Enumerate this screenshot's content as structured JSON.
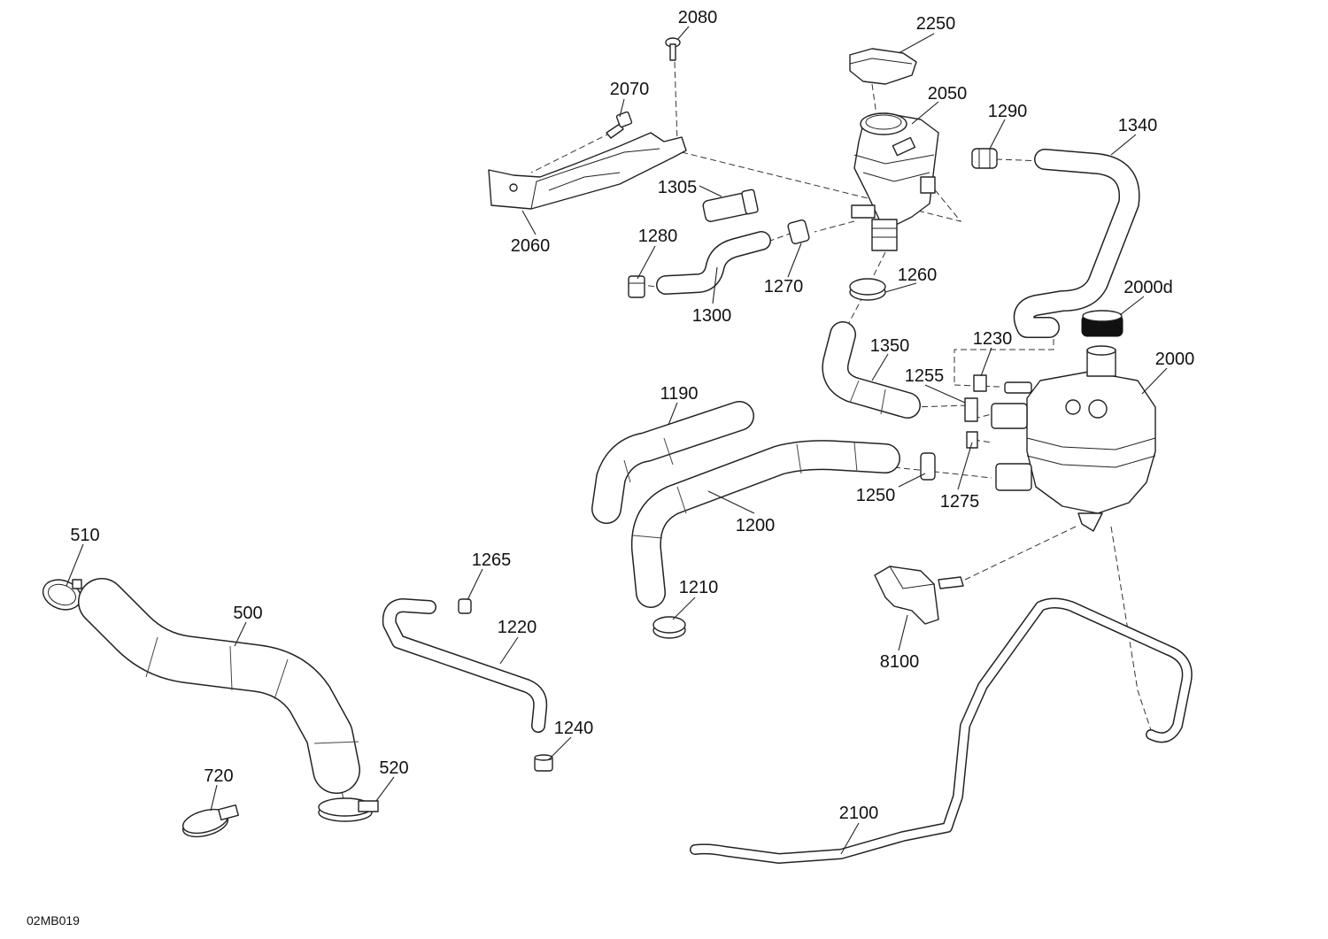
{
  "diagram": {
    "drawing_code": "02MB019",
    "parts": [
      {
        "id": "p2080",
        "label": "2080"
      },
      {
        "id": "p2250",
        "label": "2250"
      },
      {
        "id": "p2070",
        "label": "2070"
      },
      {
        "id": "p2050",
        "label": "2050"
      },
      {
        "id": "p1290",
        "label": "1290"
      },
      {
        "id": "p1340",
        "label": "1340"
      },
      {
        "id": "p1305",
        "label": "1305"
      },
      {
        "id": "p2060",
        "label": "2060"
      },
      {
        "id": "p1280",
        "label": "1280"
      },
      {
        "id": "p1270",
        "label": "1270"
      },
      {
        "id": "p1260",
        "label": "1260"
      },
      {
        "id": "p2000d",
        "label": "2000d"
      },
      {
        "id": "p1300",
        "label": "1300"
      },
      {
        "id": "p1350",
        "label": "1350"
      },
      {
        "id": "p1230",
        "label": "1230"
      },
      {
        "id": "p2000",
        "label": "2000"
      },
      {
        "id": "p1255",
        "label": "1255"
      },
      {
        "id": "p1190",
        "label": "1190"
      },
      {
        "id": "p1250",
        "label": "1250"
      },
      {
        "id": "p1275",
        "label": "1275"
      },
      {
        "id": "p1200",
        "label": "1200"
      },
      {
        "id": "p510",
        "label": "510"
      },
      {
        "id": "p1265",
        "label": "1265"
      },
      {
        "id": "p1210",
        "label": "1210"
      },
      {
        "id": "p500",
        "label": "500"
      },
      {
        "id": "p1220",
        "label": "1220"
      },
      {
        "id": "p8100",
        "label": "8100"
      },
      {
        "id": "p1240",
        "label": "1240"
      },
      {
        "id": "p720",
        "label": "720"
      },
      {
        "id": "p520",
        "label": "520"
      },
      {
        "id": "p2100",
        "label": "2100"
      }
    ]
  }
}
